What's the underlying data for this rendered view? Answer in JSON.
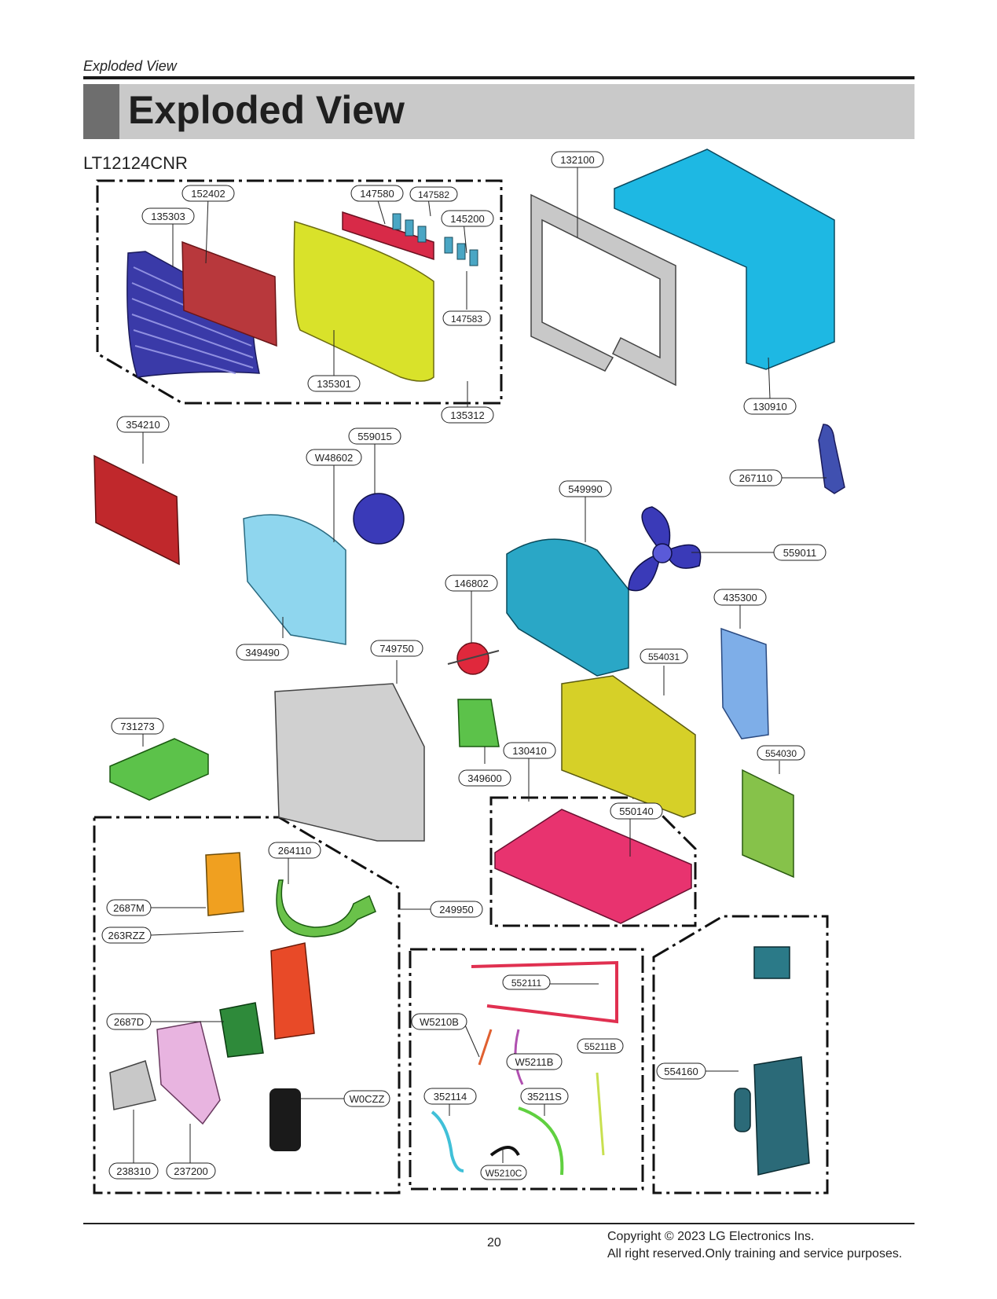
{
  "header": {
    "section_label": "Exploded View",
    "title": "Exploded View"
  },
  "model": "LT12124CNR",
  "parts": [
    "132100",
    "152402",
    "147580",
    "147582",
    "135303",
    "145200",
    "147583",
    "135301",
    "135312",
    "130910",
    "354210",
    "559015",
    "W48602",
    "267110",
    "549990",
    "559011",
    "146802",
    "435300",
    "349490",
    "749750",
    "554031",
    "731273",
    "130410",
    "554030",
    "349600",
    "550140",
    "264110",
    "2687M",
    "249950",
    "263RZZ",
    "552111",
    "2687D",
    "W5210B",
    "55211B",
    "W5211B",
    "554160",
    "352114",
    "35211S",
    "W0CZZ",
    "238310",
    "237200",
    "W5210C"
  ],
  "footer": {
    "page_number": "20",
    "copyright_line1": "Copyright © 2023 LG Electronics Ins.",
    "copyright_line2": "All right reserved.Only training and service purposes."
  },
  "colors": {
    "title_bar": "#c9c9c9",
    "title_dark": "#6e6e6e",
    "blue_cabinet": "#1eb8e3",
    "grille_blue": "#3a3aa8",
    "red_filter": "#c0282c",
    "yellow_panel": "#d9e22a",
    "teal_shroud": "#2aa7c6",
    "pink_base": "#e8336f",
    "green_part": "#5cc24a",
    "compressor": "#2b6a78"
  }
}
